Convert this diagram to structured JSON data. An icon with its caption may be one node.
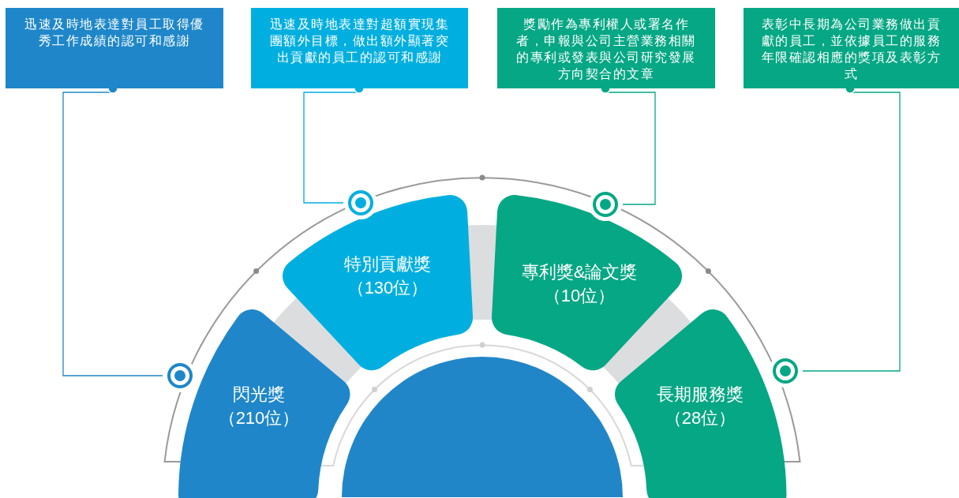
{
  "diagram": {
    "nodes": [
      {
        "text": [
          "迅速及時地表達對員工取得優秀工作成績的認可和感謝"
        ]
      },
      {
        "text": [
          "迅速及時地表達對超額實現集團額外目標，做出額外顯著突出貢獻的員工的認可和感謝"
        ]
      },
      {
        "text": [
          "獎勵作為專利權人或署名作者，申報與公司主營業務相關的專利或發表與公司研究發展方向契合的文章"
        ]
      },
      {
        "text": [
          "表彰中長期為公司業務做出貢獻的員工，並依據員工的服務年限確認相應的獎項及表彰方式"
        ]
      },
      {
        "text": [
          "閃光獎",
          "（210位）"
        ]
      },
      {
        "text": [
          "特別貢獻獎",
          "（130位）"
        ]
      },
      {
        "text": [
          "專利獎&論文獎",
          "（10位）"
        ]
      },
      {
        "text": [
          "長期服務獎",
          "（28位）"
        ]
      },
      {
        "text": [],
        "shape": "circle"
      },
      {
        "text": [],
        "shape": "circle"
      },
      {
        "text": [],
        "shape": "circle"
      },
      {
        "text": [],
        "shape": "circle"
      },
      {
        "text": [],
        "shape": "semicircle"
      }
    ],
    "edges": [
      {
        "from": 0,
        "to": 8,
        "arrow": "other",
        "color": "#1f87c9"
      },
      {
        "from": 1,
        "to": 9,
        "arrow": "other",
        "color": "#00afdf"
      },
      {
        "from": 2,
        "to": 10,
        "arrow": "other",
        "color": "#05a784"
      },
      {
        "from": 3,
        "to": 11,
        "arrow": "other",
        "color": "#05a784"
      }
    ]
  }
}
